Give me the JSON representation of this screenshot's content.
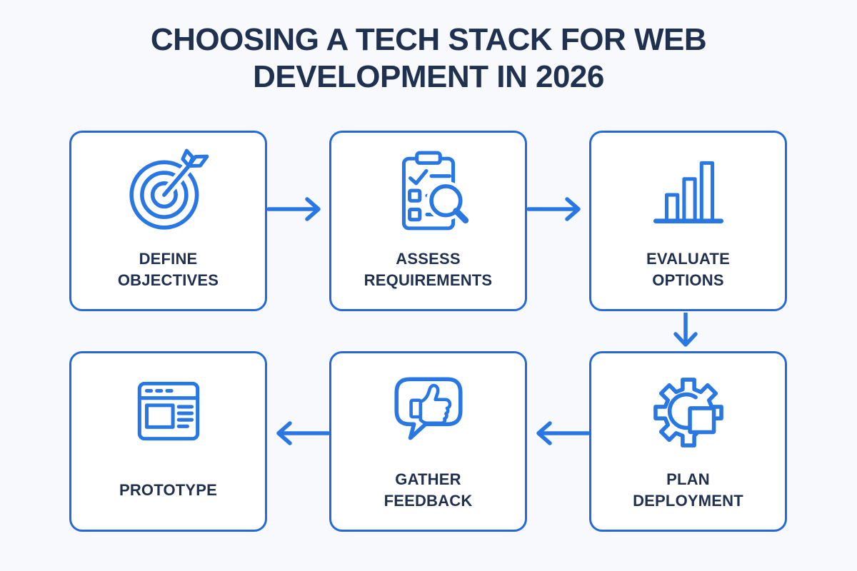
{
  "title": {
    "line1": "CHOOSING A TECH STACK FOR WEB",
    "line2": "DEVELOPMENT IN 2026"
  },
  "steps": [
    {
      "id": 1,
      "icon": "target-icon",
      "lines": [
        "DEFINE",
        "OBJECTIVES"
      ]
    },
    {
      "id": 2,
      "icon": "checklist-magnifier-icon",
      "lines": [
        "ASSESS",
        "REQUIREMENTS"
      ]
    },
    {
      "id": 3,
      "icon": "bar-chart-icon",
      "lines": [
        "EVALUATE",
        "OPTIONS"
      ]
    },
    {
      "id": 4,
      "icon": "gear-icon",
      "lines": [
        "PLAN",
        "DEPLOYMENT"
      ]
    },
    {
      "id": 5,
      "icon": "thumbs-up-bubble-icon",
      "lines": [
        "GATHER",
        "FEEDBACK"
      ]
    },
    {
      "id": 6,
      "icon": "browser-wireframe-icon",
      "lines": [
        "PROTOTYPE"
      ]
    }
  ],
  "flow": [
    {
      "from": "DEFINE OBJECTIVES",
      "to": "ASSESS REQUIREMENTS",
      "direction": "right"
    },
    {
      "from": "ASSESS REQUIREMENTS",
      "to": "EVALUATE OPTIONS",
      "direction": "right"
    },
    {
      "from": "EVALUATE OPTIONS",
      "to": "PLAN DEPLOYMENT",
      "direction": "down"
    },
    {
      "from": "PLAN DEPLOYMENT",
      "to": "GATHER FEEDBACK",
      "direction": "left"
    },
    {
      "from": "GATHER FEEDBACK",
      "to": "PROTOTYPE",
      "direction": "left"
    }
  ],
  "colors": {
    "background": "#f7f9fc",
    "card_fill": "#ffffff",
    "card_border": "#2569d8",
    "icon_stroke": "#2877e3",
    "arrow": "#2877e3",
    "text": "#20304f"
  }
}
